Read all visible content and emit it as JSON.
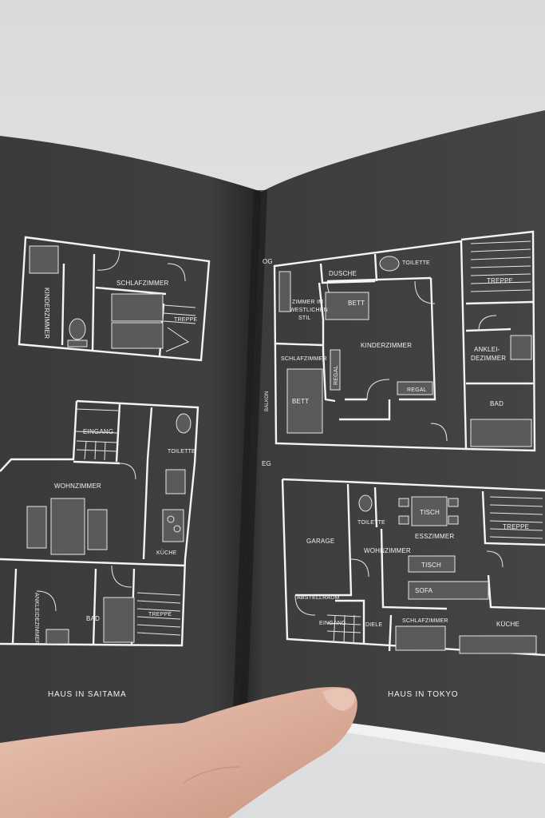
{
  "book": {
    "left_page": {
      "caption": "HAUS IN SAITAMA",
      "rooms": {
        "kinderzimmer": "KINDERZIMMER",
        "schlafzimmer": "SCHLAFZIMMER",
        "treppe_top": "TREPPE",
        "eingang": "EINGANG",
        "toilette": "TOILETTE",
        "wohnzimmer": "WOHNZIMMER",
        "kueche": "KÜCHE",
        "ankleidezimmer": "ANKLEIDEZIMMER",
        "bad": "BAD",
        "treppe_bottom": "TREPPE"
      }
    },
    "right_page": {
      "caption": "HAUS IN TOKYO",
      "og_label": "OG",
      "eg_label": "EG",
      "og_rooms": {
        "dusche": "DUSCHE",
        "toilette": "TOILETTE",
        "treppe": "TREPPE",
        "zimmer_im": "ZIMMER IM",
        "westlichen": "WESTLICHEN",
        "stil": "STIL",
        "bett_top": "BETT",
        "kinderzimmer": "KINDERZIMMER",
        "anklei": "ANKLEI-",
        "dezimmer": "DEZIMMER",
        "schlafzimmer": "SCHLAFZIMMER",
        "regal_v": "REGAL",
        "regal_h": "REGAL",
        "balkon": "BALKON",
        "bett_bottom": "BETT",
        "bad": "BAD"
      },
      "eg_rooms": {
        "garage": "GARAGE",
        "toilette": "TOILETTE",
        "tisch_top": "TISCH",
        "esszimmer": "ESSZIMMER",
        "treppe": "TREPPE",
        "wohnzimmer": "WOHNZIMMER",
        "tisch": "TISCH",
        "sofa": "SOFA",
        "abstellraum": "ABSTELLRAUM",
        "eingang": "EINGANG",
        "diele": "DIELE",
        "schlafzimmer": "SCHLAFZIMMER",
        "kueche": "KÜCHE"
      }
    }
  }
}
